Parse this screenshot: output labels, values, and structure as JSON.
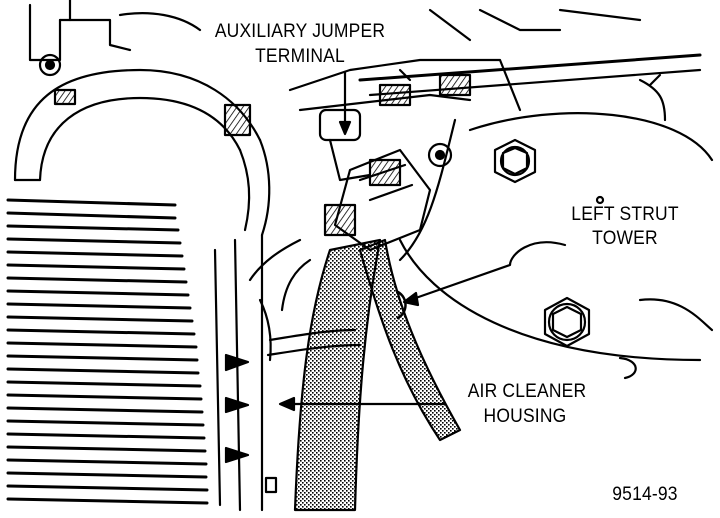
{
  "labels": {
    "aux_jumper_line1": "AUXILIARY JUMPER",
    "aux_jumper_line2": "TERMINAL",
    "strut_line1": "LEFT STRUT",
    "strut_line2": "TOWER",
    "air_line1": "AIR CLEANER",
    "air_line2": "HOUSING",
    "figure_code": "9514-93"
  },
  "colors": {
    "ink": "#000000",
    "paper": "#ffffff"
  }
}
